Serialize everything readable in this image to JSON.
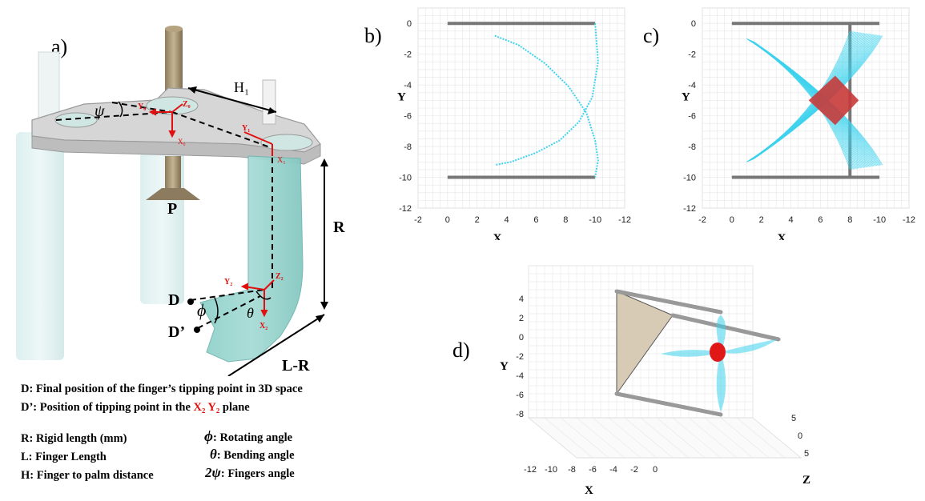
{
  "panels": {
    "a": "a)",
    "b": "b)",
    "c": "c)",
    "d": "d)"
  },
  "schematic_labels": {
    "psi": "ψ",
    "y0": "Y₀",
    "z0": "Z₀",
    "x0": "X₀",
    "h1": "H₁",
    "y1": "Y₁",
    "x1": "X₁",
    "p": "P",
    "r": "R",
    "y2": "Y₂",
    "z2": "Z₂",
    "x2": "X₂",
    "d": "D",
    "d_prime": "D’",
    "phi": "ϕ",
    "theta": "θ",
    "lr": "L-R"
  },
  "legend": {
    "d_line": "D: Final position of the finger’s tipping point in 3D space",
    "dprime_prefix": "D’: Position of tipping point in the ",
    "dprime_red": "X₂ Y₂",
    "dprime_suffix": " plane",
    "r_line": "R: Rigid length (mm)",
    "l_line": "L: Finger Length",
    "h_line": "H: Finger to palm distance",
    "phi_line": ": Rotating angle",
    "theta_line": ": Bending angle",
    "psi_line": ": Fingers angle",
    "phi_sym": "ϕ",
    "theta_sym": "θ",
    "psi_sym": "2ψ"
  },
  "colors": {
    "cyan": "#3fd3ee",
    "red_region": "#c83a3a",
    "frame_red": "#e01010",
    "bar": "#777777",
    "palm": "#d8cbb5"
  },
  "chart_data": [
    {
      "type": "line",
      "panel": "b)",
      "xlabel": "X",
      "ylabel": "Y",
      "xlim": [
        2,
        -12
      ],
      "ylim": [
        -12,
        1
      ],
      "xticks": [
        "-2",
        "0",
        "2",
        "4",
        "6",
        "8",
        "-10",
        "-12"
      ],
      "xticks_note": "tick labels as printed",
      "yticks": [
        "0",
        "-2",
        "-4",
        "-6",
        "-8",
        "-10",
        "-12"
      ],
      "grid": true,
      "series": [
        {
          "name": "",
          "x": [
            -10,
            -10.2,
            -9.8,
            -8.9,
            -7.6,
            -6.0,
            -4.3,
            -3.2
          ],
          "y": [
            0,
            -2.5,
            -4.8,
            -6.4,
            -7.6,
            -8.4,
            -9.0,
            -9.2
          ]
        },
        {
          "name": "",
          "x": [
            -3.2,
            -4.8,
            -6.6,
            -8.2,
            -9.4,
            -10.0,
            -10.2,
            -10
          ],
          "y": [
            -0.8,
            -1.4,
            -2.6,
            -4.1,
            -5.8,
            -7.6,
            -8.9,
            -10
          ]
        }
      ]
    },
    {
      "type": "area",
      "panel": "c)",
      "xlabel": "X",
      "ylabel": "Y",
      "xlim": [
        2,
        -12
      ],
      "ylim": [
        -12,
        1
      ],
      "xticks": [
        "-2",
        "0",
        "2",
        "4",
        "6",
        "8",
        "-10",
        "-12"
      ],
      "yticks": [
        "0",
        "-2",
        "-4",
        "-6",
        "-8",
        "-10",
        "-12"
      ],
      "grid": true,
      "overlap_region": {
        "x": [
          -7.0,
          -8.6,
          -7.0,
          -5.2
        ],
        "y": [
          -3.4,
          -5.0,
          -6.6,
          -5.0
        ]
      }
    },
    {
      "type": "scatter",
      "panel": "d)",
      "xlabel": "X",
      "ylabel": "Y",
      "zlabel": "Z",
      "xticks": [
        "-12",
        "-10",
        "-8",
        "-6",
        "-4",
        "-2",
        "0"
      ],
      "yticks": [
        "4",
        "2",
        "0",
        "-2",
        "-4",
        "-6",
        "-8"
      ],
      "zticks": [
        "5",
        "0",
        "5"
      ],
      "grid": true
    }
  ]
}
